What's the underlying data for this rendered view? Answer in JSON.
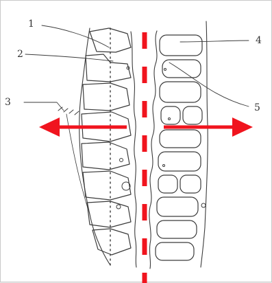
{
  "callouts": [
    {
      "id": "1",
      "label": "1"
    },
    {
      "id": "2",
      "label": "2"
    },
    {
      "id": "3",
      "label": "3"
    },
    {
      "id": "4",
      "label": "4"
    },
    {
      "id": "5",
      "label": "5"
    }
  ],
  "colors": {
    "ink": "#3a3a3a",
    "accent": "#f0141e",
    "background": "#ffffff"
  },
  "icons": {
    "left_arrow": "arrow-left-icon",
    "right_arrow": "arrow-right-icon",
    "split_line": "dashed-split-line"
  }
}
